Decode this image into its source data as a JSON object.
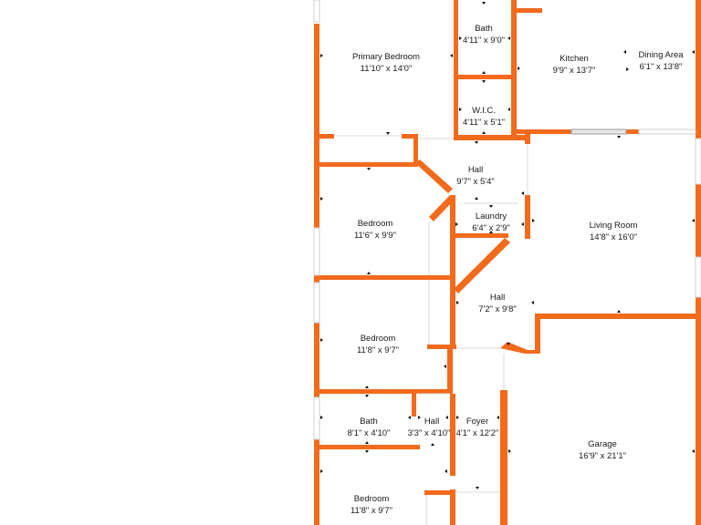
{
  "floor_plan": {
    "wall_color": "#f26a1b",
    "rooms": [
      {
        "id": "primary-bedroom",
        "name": "Primary Bedroom",
        "dims": "11'10\" x 14'0\""
      },
      {
        "id": "bath-top",
        "name": "Bath",
        "dims": "4'11\" x 9'0\""
      },
      {
        "id": "wic",
        "name": "W.I.C.",
        "dims": "4'11\" x 5'1\""
      },
      {
        "id": "kitchen",
        "name": "Kitchen",
        "dims": "9'9\" x 13'7\""
      },
      {
        "id": "dining-area",
        "name": "Dining Area",
        "dims": "6'1\" x 13'8\""
      },
      {
        "id": "hall-upper",
        "name": "Hall",
        "dims": "9'7\" x 5'4\""
      },
      {
        "id": "laundry",
        "name": "Laundry",
        "dims": "6'4\" x 2'9\""
      },
      {
        "id": "bedroom-1",
        "name": "Bedroom",
        "dims": "11'6\" x 9'9\""
      },
      {
        "id": "living-room",
        "name": "Living Room",
        "dims": "14'8\" x 16'0\""
      },
      {
        "id": "hall-middle",
        "name": "Hall",
        "dims": "7'2\" x 9'8\""
      },
      {
        "id": "bedroom-2",
        "name": "Bedroom",
        "dims": "11'8\" x 9'7\""
      },
      {
        "id": "bath-lower",
        "name": "Bath",
        "dims": "8'1\" x 4'10\""
      },
      {
        "id": "hall-lower",
        "name": "Hall",
        "dims": "3'3\" x 4'10\""
      },
      {
        "id": "foyer",
        "name": "Foyer",
        "dims": "4'1\" x 12'2\""
      },
      {
        "id": "garage",
        "name": "Garage",
        "dims": "16'9\" x 21'1\""
      },
      {
        "id": "bedroom-3",
        "name": "Bedroom",
        "dims": "11'8\" x 9'7\""
      }
    ]
  }
}
